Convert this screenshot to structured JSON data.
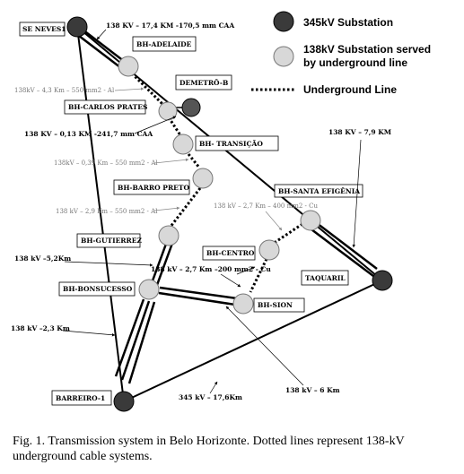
{
  "legend": {
    "sub345": "345kV Substation",
    "sub138_line1": "138kV Substation served",
    "sub138_line2": "by underground line",
    "underground": "Underground Line"
  },
  "substations": {
    "seneves": "SE NEVES1",
    "adelaide": "BH-ADELAIDE",
    "demetro": "DEMETRÔ-B",
    "carlos": "BH-CARLOS PRATES",
    "transicao": "BH- TRANSIÇÃO",
    "barro": "BH-BARRO PRETO",
    "efigenia": "BH-SANTA EFIGÊNIA",
    "gutierrez": "BH-GUTIERREZ",
    "centro": "BH-CENTRO",
    "taquaril": "TAQUARIL",
    "bonsucesso": "BH-BONSUCESSO",
    "sion": "BH-SION",
    "barreiro": "BARREIRO-1"
  },
  "annotations": {
    "a1": "138 KV – 17,4 KM -170,5 mm CAA",
    "a2": "138kV – 4,3 Km – 550 mm2 - Al",
    "a3": "138 KV – 0,13 KM -241,7 mm CAA",
    "a4": "138kV – 0,39 Km – 550 mm2 - Al",
    "a5": "138 kV – 2,9 Km – 550 mm2 - Al",
    "a6": "138 kV – 2,7 Km – 400 mm2 - Cu",
    "a7": "138 KV – 7,9 KM",
    "a8": "138 kV –5,2Km",
    "a9": "138 kV – 2,7 Km –200 mm2 - Cu",
    "a10": "138 kV –2,3 Km",
    "a11": "345 kV – 17,6Km",
    "a12": "138 kV – 6 Km"
  },
  "caption": {
    "text": "Fig. 1. Transmission system in Belo Horizonte. Dotted lines represent 138-kV underground cable systems."
  }
}
